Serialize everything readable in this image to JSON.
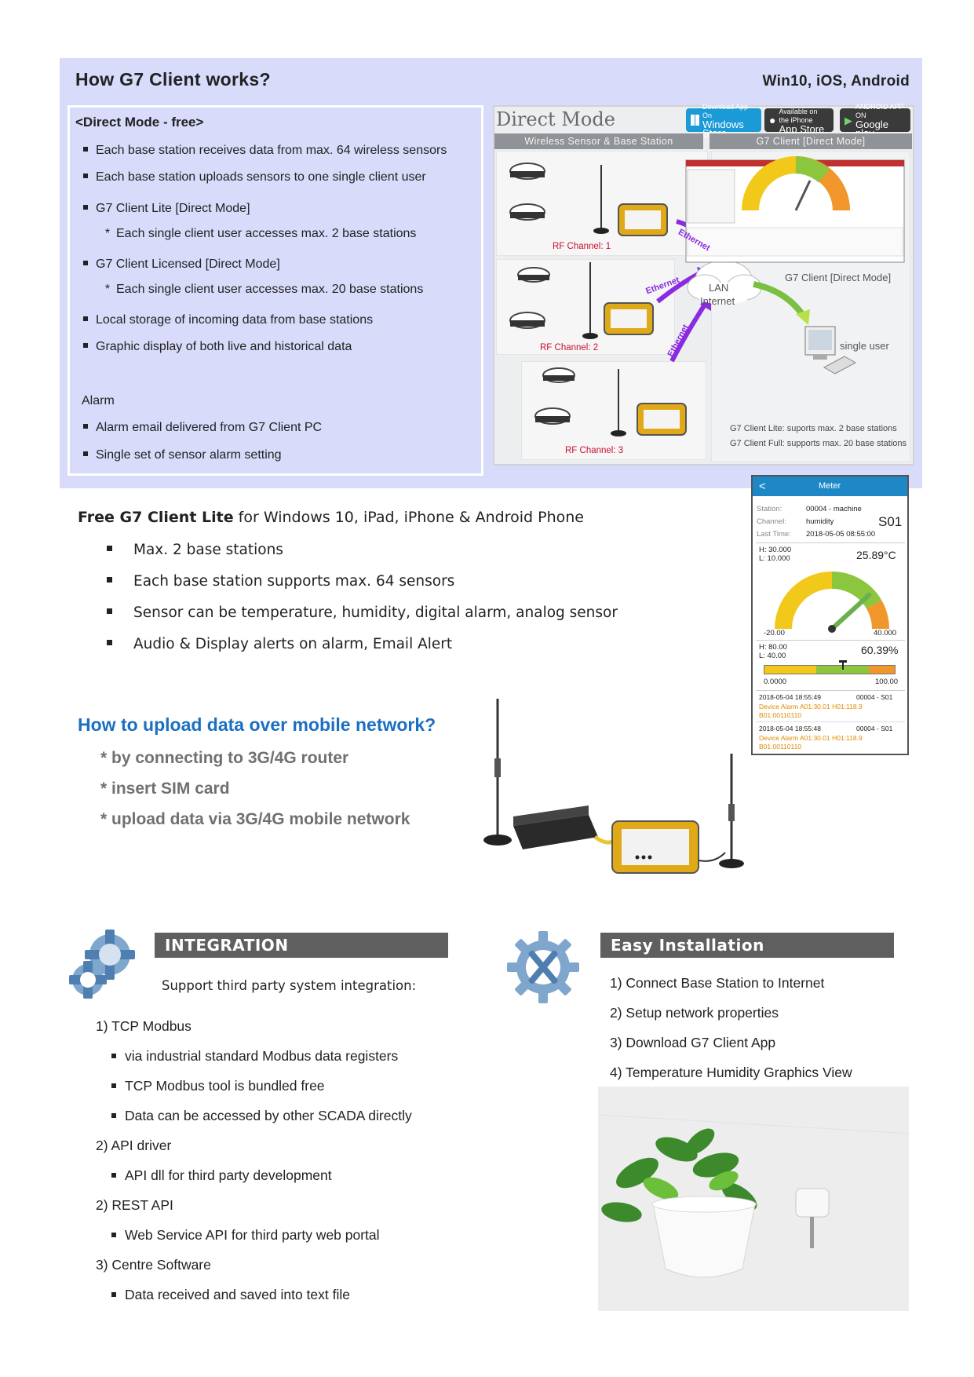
{
  "header": {
    "title": "How G7 Client works?",
    "platforms": "Win10, iOS, Android"
  },
  "direct_mode_panel": {
    "title": "<Direct Mode - free>",
    "bullets": [
      "Each base station receives data from max. 64 wireless sensors",
      "Each base station uploads sensors to one single client user",
      "G7 Client Lite [Direct Mode]",
      "Each single client user accesses max. 2 base stations",
      "G7 Client Licensed [Direct Mode]",
      "Each single client user accesses max. 20 base stations",
      "Local storage of incoming data from base stations",
      "Graphic display of both live and historical data"
    ],
    "alarm_heading": "Alarm",
    "alarm_bullets": [
      "Alarm email delivered from G7 Client PC",
      "Single set of sensor alarm setting"
    ]
  },
  "diagram": {
    "title": "Direct Mode",
    "badges": [
      {
        "small": "Download App On",
        "big": "Windows Store",
        "icon": "windows-icon",
        "color": "#1a9ad6"
      },
      {
        "small": "Available on the iPhone",
        "big": "App Store",
        "icon": "apple-icon",
        "color": "#3a3a3a"
      },
      {
        "small": "ANDROID APP ON",
        "big": "Google play",
        "icon": "google-play-icon",
        "color": "#3a3a3a"
      }
    ],
    "left_bar": "Wireless Sensor & Base Station",
    "right_bar": "G7 Client [Direct Mode]",
    "rf_channels": [
      "RF Channel: 1",
      "RF Channel: 2",
      "RF Channel: 3"
    ],
    "ethernet_label": "Ethernet",
    "lan_label": "LAN",
    "internet_label": "Internet",
    "client_caption": "G7 Client [Direct Mode]",
    "single_user": "single user",
    "note_lite": "G7 Client Lite: suports max. 2 base stations",
    "note_full": "G7 Client Full: supports max. 20 base stations"
  },
  "meter": {
    "back": "<",
    "title": "Meter",
    "station_label": "Station:",
    "station_value": "00004 - machine",
    "channel_label": "Channel:",
    "channel_value": "humidity",
    "code": "S01",
    "last_time_label": "Last Time:",
    "last_time_value": "2018-05-05 08:55:00",
    "temp_high": "H: 30.000",
    "temp_low": "L: 10.000",
    "temp_reading": "25.89°C",
    "temp_min": "-20.00",
    "temp_max": "40.000",
    "temp_value": 25.89,
    "hum_high": "H: 80.00",
    "hum_low": "L: 40.00",
    "hum_reading": "60.39%",
    "hum_min": "0.0000",
    "hum_max": "100.00",
    "hum_value": 60.39,
    "logs": [
      {
        "time": "2018-05-04 18:55:49",
        "id": "00004 - S01",
        "line1": "Device Alarm A01:30.01 H01:118.9",
        "line2": "B01:00110110"
      },
      {
        "time": "2018-05-04 18:55:48",
        "id": "00004 - S01",
        "line1": "Device Alarm A01:30.01 H01:118.9",
        "line2": "B01:00110110"
      }
    ],
    "colors": {
      "yellow": "#f2c81a",
      "green": "#8cc63f",
      "orange": "#f0962a",
      "header": "#1e88c7"
    }
  },
  "lite": {
    "title_bold": "Free G7 Client Lite",
    "title_rest": " for Windows 10, iPad, iPhone & Android Phone",
    "bullets": [
      "Max. 2 base stations",
      "Each base station supports max. 64 sensors",
      "Sensor can be temperature, humidity, digital alarm, analog sensor",
      "Audio & Display alerts on alarm, Email Alert"
    ]
  },
  "upload": {
    "title": "How to upload data over mobile network?",
    "lines": [
      "* by connecting to 3G/4G router",
      "* insert SIM card",
      "* upload data via 3G/4G mobile network"
    ]
  },
  "integration": {
    "header": "INTEGRATION",
    "intro": "Support third party system integration:",
    "items": [
      {
        "kind": "num",
        "text": "1)  TCP Modbus"
      },
      {
        "kind": "bullet",
        "text": "via industrial standard Modbus data registers"
      },
      {
        "kind": "bullet",
        "text": "TCP Modbus tool is bundled free"
      },
      {
        "kind": "bullet",
        "text": "Data can be accessed by other SCADA directly"
      },
      {
        "kind": "num",
        "text": "2)  API driver"
      },
      {
        "kind": "bullet",
        "text": "API dll for third party development"
      },
      {
        "kind": "num",
        "text": "2)  REST API"
      },
      {
        "kind": "bullet",
        "text": "Web Service API for third party web portal"
      },
      {
        "kind": "num",
        "text": "3)  Centre Software"
      },
      {
        "kind": "bullet",
        "text": "Data received and saved into text file"
      }
    ]
  },
  "installation": {
    "header": "Easy Installation",
    "steps": [
      "1)  Connect Base Station to Internet",
      "2)  Setup network properties",
      "3)  Download G7 Client App",
      "4)  Temperature Humidity Graphics View"
    ]
  }
}
